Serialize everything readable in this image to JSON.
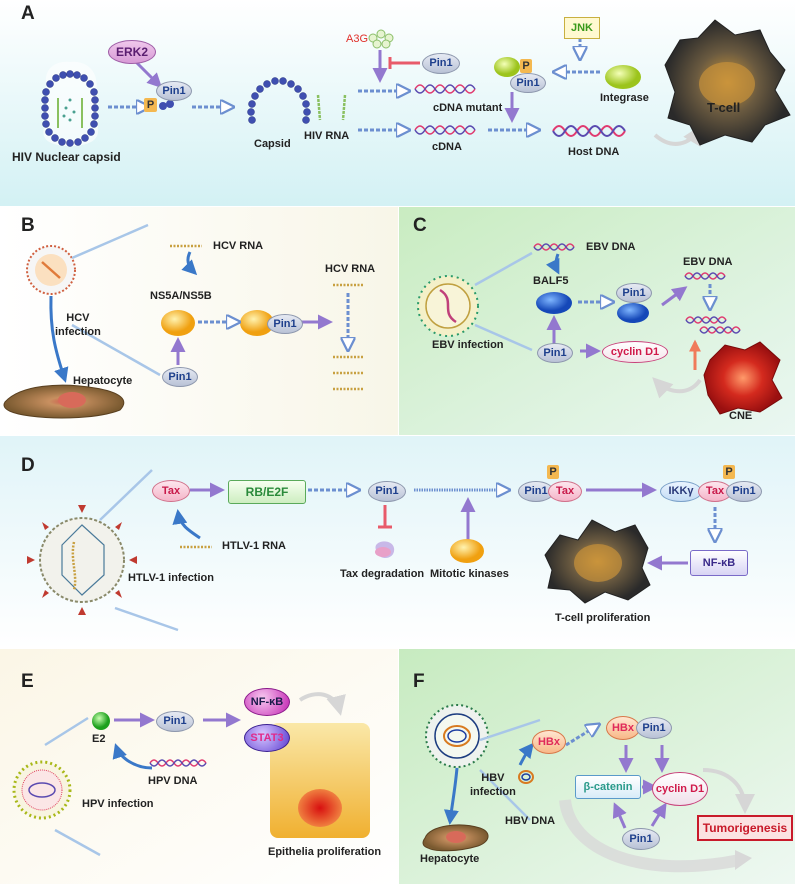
{
  "A": {
    "label": "A",
    "hiv_nuclear_capsid": "HIV Nuclear capsid",
    "erk2": "ERK2",
    "p": "P",
    "pin1": "Pin1",
    "capsid": "Capsid",
    "hiv_rna": "HIV RNA",
    "a3g": "A3G",
    "cdna_mutant": "cDNA mutant",
    "cdna": "cDNA",
    "jnk": "JNK",
    "integrase": "Integrase",
    "host_dna": "Host DNA",
    "tcell": "T-cell"
  },
  "B": {
    "label": "B",
    "hcv_rna_top": "HCV RNA",
    "ns5": "NS5A/NS5B",
    "hcv_rna_right": "HCV RNA",
    "hcv_infection": "HCV\ninfection",
    "hepatocyte": "Hepatocyte",
    "pin1": "Pin1"
  },
  "C": {
    "label": "C",
    "ebv_dna_top": "EBV DNA",
    "balf5": "BALF5",
    "ebv_dna_right": "EBV DNA",
    "pin1": "Pin1",
    "cyclin_d1": "cyclin D1",
    "ebv_infection": "EBV infection",
    "cne": "CNE"
  },
  "D": {
    "label": "D",
    "tax": "Tax",
    "rb_e2f": "RB/E2F",
    "pin1": "Pin1",
    "p": "P",
    "ikk": "IKKγ",
    "htlv_rna": "HTLV-1 RNA",
    "tax_degradation": "Tax degradation",
    "mitotic_kinases": "Mitotic kinases",
    "nfkb": "NF-κB",
    "htlv_infection": "HTLV-1 infection",
    "tcell_prolif": "T-cell proliferation"
  },
  "E": {
    "label": "E",
    "e2": "E2",
    "pin1": "Pin1",
    "nfkb": "NF-κB",
    "stat3": "STAT3",
    "hpv_dna": "HPV DNA",
    "hpv_infection": "HPV infection",
    "epithelia": "Epithelia proliferation"
  },
  "F": {
    "label": "F",
    "hbx": "HBx",
    "pin1": "Pin1",
    "hbv_infection": "HBV\ninfection",
    "hbv_dna": "HBV DNA",
    "beta_catenin": "β-catenin",
    "cyclin_d1": "cyclin D1",
    "tumorigenesis": "Tumorigenesis",
    "hepatocyte": "Hepatocyte"
  }
}
